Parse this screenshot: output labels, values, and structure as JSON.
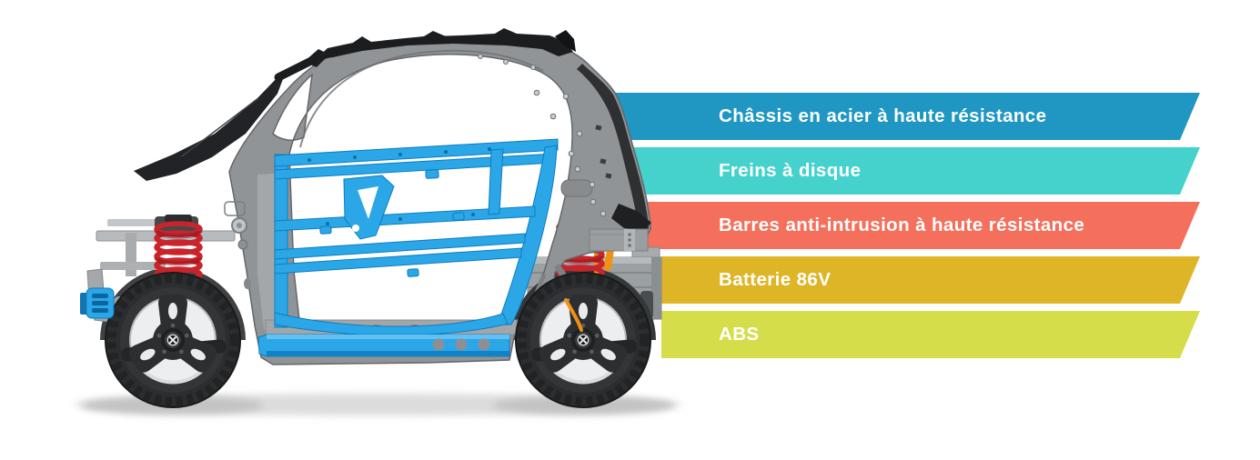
{
  "page": {
    "background_color": "#ffffff"
  },
  "features": {
    "text_color": "#ffffff",
    "items": [
      {
        "id": "chassis",
        "label": "Châssis en acier à haute résistance",
        "color": "#2096c2"
      },
      {
        "id": "brakes",
        "label": "Freins à disque",
        "color": "#45d2cc"
      },
      {
        "id": "intrusion_bars",
        "label": "Barres anti-intrusion à haute résistance",
        "color": "#f4705c"
      },
      {
        "id": "battery",
        "label": "Batterie 86V",
        "color": "#dfb528"
      },
      {
        "id": "abs",
        "label": "ABS",
        "color": "#d6dd4b"
      }
    ]
  },
  "illustration": {
    "name": "electric-quadricycle-chassis-side-view",
    "description": "Cutaway side view of a small electric vehicle chassis frame with blue highlighted door anti-intrusion structure, red coil springs, orange dampers and two wheels",
    "colors": {
      "frame_gray": "#919497",
      "frame_gray_dark": "#63666a",
      "panel_light": "#a6a9ac",
      "highlight_blue": "#2ba7e7",
      "highlight_blue_dark": "#0d7cc1",
      "spring_red": "#c9242b",
      "accent_orange": "#f29111",
      "tire_dark": "#2b2d2f",
      "rim_light": "#eceeef",
      "roof_black": "#1b1d1f"
    }
  }
}
